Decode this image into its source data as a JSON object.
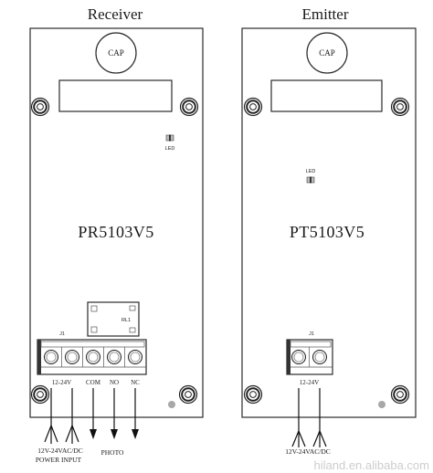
{
  "receiver": {
    "title": "Receiver",
    "cap_label": "CAP",
    "led_label": "LED",
    "model": "PR5103V5",
    "relay_label": "RL1",
    "connector_label": "J1",
    "terminal_labels": {
      "power": "12-24V",
      "com": "COM",
      "no": "NO",
      "nc": "NC"
    },
    "power_input": {
      "line1": "12V-24VAC/DC",
      "line2": "POWER INPUT"
    },
    "photo_label": "PHOTO"
  },
  "emitter": {
    "title": "Emitter",
    "cap_label": "CAP",
    "led_label": "LED",
    "model": "PT5103V5",
    "connector_label": "J1",
    "terminal_label": "12-24V",
    "power_input_label": "12V-24VAC/DC"
  },
  "watermark": "hiland.en.alibaba.com"
}
